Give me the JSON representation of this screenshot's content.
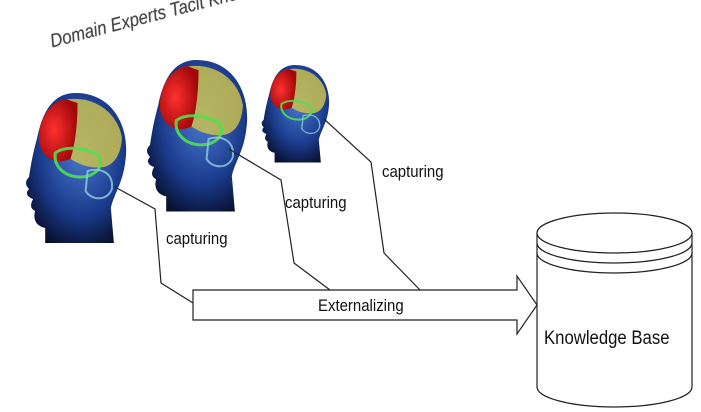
{
  "title": "Domain Experts Tacit Knowledge",
  "capture_labels": [
    "capturing",
    "capturing",
    "capturing"
  ],
  "arrow_label": "Externalizing",
  "knowledge_base_label": "Knowledge Base",
  "colors": {
    "head": "#1a3a8a",
    "brain_front": "#e02020",
    "brain_mid": "#d8c040",
    "brain_back": "#40c040",
    "line": "#222222"
  }
}
